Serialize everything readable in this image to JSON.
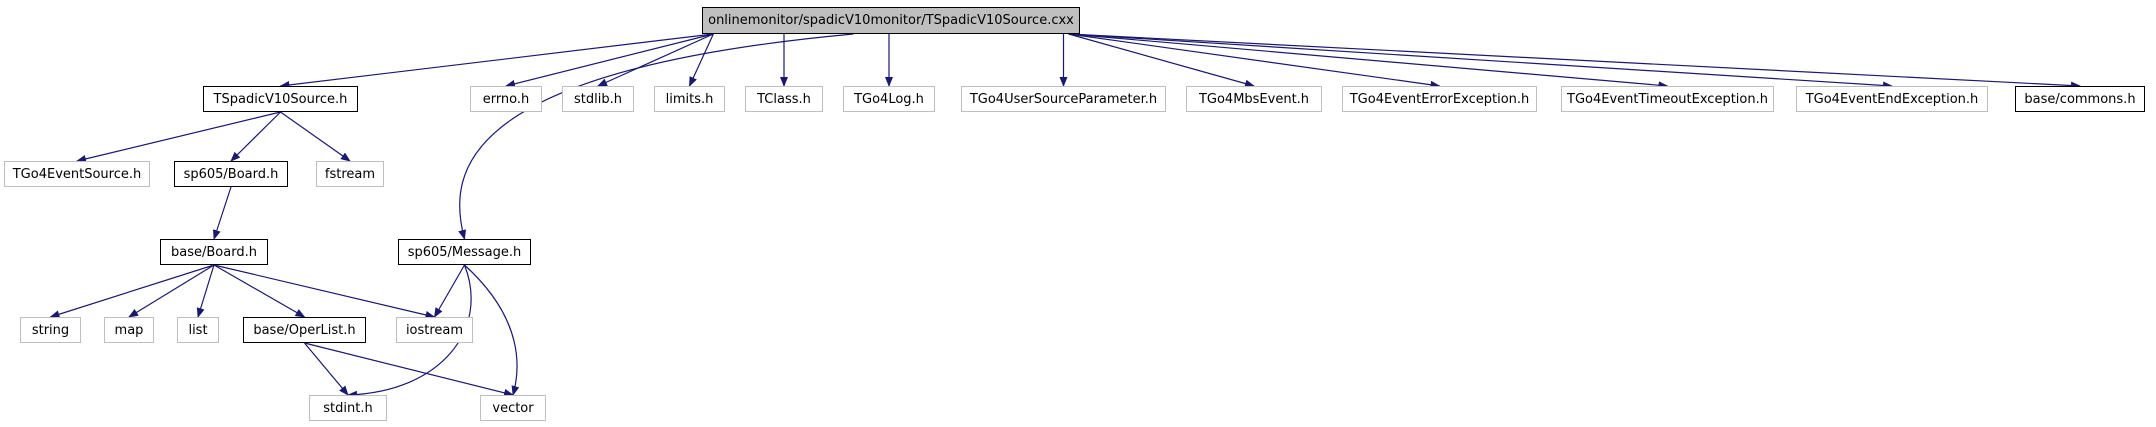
{
  "nodes": [
    {
      "id": "root",
      "label": "onlinemonitor/spadicV10monitor/TSpadicV10Source.cxx",
      "kind": "root"
    },
    {
      "id": "tspadic_h",
      "label": "TSpadicV10Source.h",
      "kind": "doc"
    },
    {
      "id": "errno",
      "label": "errno.h",
      "kind": "ext"
    },
    {
      "id": "stdlib",
      "label": "stdlib.h",
      "kind": "ext"
    },
    {
      "id": "limits",
      "label": "limits.h",
      "kind": "ext"
    },
    {
      "id": "tclass",
      "label": "TClass.h",
      "kind": "ext"
    },
    {
      "id": "tgo4log",
      "label": "TGo4Log.h",
      "kind": "ext"
    },
    {
      "id": "tgo4usp",
      "label": "TGo4UserSourceParameter.h",
      "kind": "ext"
    },
    {
      "id": "tgo4mbs",
      "label": "TGo4MbsEvent.h",
      "kind": "ext"
    },
    {
      "id": "tgo4err",
      "label": "TGo4EventErrorException.h",
      "kind": "ext"
    },
    {
      "id": "tgo4timeout",
      "label": "TGo4EventTimeoutException.h",
      "kind": "ext"
    },
    {
      "id": "tgo4end",
      "label": "TGo4EventEndException.h",
      "kind": "ext"
    },
    {
      "id": "commons",
      "label": "base/commons.h",
      "kind": "doc"
    },
    {
      "id": "tgo4src",
      "label": "TGo4EventSource.h",
      "kind": "ext"
    },
    {
      "id": "sp605board",
      "label": "sp605/Board.h",
      "kind": "doc"
    },
    {
      "id": "fstream",
      "label": "fstream",
      "kind": "ext"
    },
    {
      "id": "baseboard",
      "label": "base/Board.h",
      "kind": "doc"
    },
    {
      "id": "message",
      "label": "sp605/Message.h",
      "kind": "doc"
    },
    {
      "id": "string",
      "label": "string",
      "kind": "ext"
    },
    {
      "id": "map",
      "label": "map",
      "kind": "ext"
    },
    {
      "id": "list",
      "label": "list",
      "kind": "ext"
    },
    {
      "id": "operlist",
      "label": "base/OperList.h",
      "kind": "doc"
    },
    {
      "id": "iostream",
      "label": "iostream",
      "kind": "ext"
    },
    {
      "id": "stdint",
      "label": "stdint.h",
      "kind": "ext"
    },
    {
      "id": "vector",
      "label": "vector",
      "kind": "ext"
    }
  ],
  "edges": [
    [
      "root",
      "tspadic_h"
    ],
    [
      "root",
      "message"
    ],
    [
      "root",
      "errno"
    ],
    [
      "root",
      "stdlib"
    ],
    [
      "root",
      "limits"
    ],
    [
      "root",
      "tclass"
    ],
    [
      "root",
      "tgo4log"
    ],
    [
      "root",
      "tgo4usp"
    ],
    [
      "root",
      "tgo4mbs"
    ],
    [
      "root",
      "tgo4err"
    ],
    [
      "root",
      "tgo4timeout"
    ],
    [
      "root",
      "tgo4end"
    ],
    [
      "root",
      "commons"
    ],
    [
      "tspadic_h",
      "tgo4src"
    ],
    [
      "tspadic_h",
      "sp605board"
    ],
    [
      "tspadic_h",
      "fstream"
    ],
    [
      "sp605board",
      "baseboard"
    ],
    [
      "baseboard",
      "string"
    ],
    [
      "baseboard",
      "map"
    ],
    [
      "baseboard",
      "list"
    ],
    [
      "baseboard",
      "operlist"
    ],
    [
      "baseboard",
      "iostream"
    ],
    [
      "message",
      "iostream"
    ],
    [
      "message",
      "stdint"
    ],
    [
      "message",
      "vector"
    ],
    [
      "operlist",
      "stdint"
    ],
    [
      "operlist",
      "vector"
    ]
  ],
  "colors": {
    "edge": "#191970",
    "root_fill": "#bfbfbf",
    "doc_border": "#000000",
    "ext_border": "#bfbfbf"
  }
}
